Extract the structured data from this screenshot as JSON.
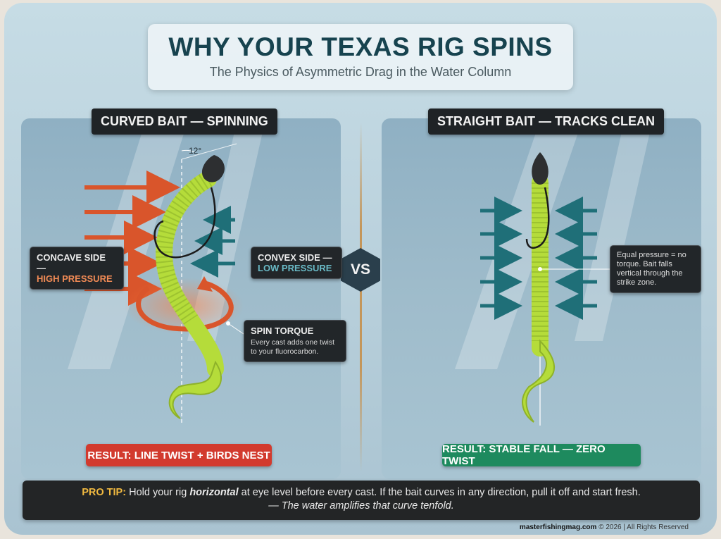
{
  "header": {
    "title": "WHY YOUR TEXAS RIG SPINS",
    "subtitle": "The Physics of Asymmetric Drag in the Water Column"
  },
  "left_panel": {
    "label": "CURVED BAIT — SPINNING",
    "angle_label": "12°",
    "concave": {
      "title": "CONCAVE SIDE —",
      "sub": "HIGH PRESSURE"
    },
    "convex": {
      "title": "CONVEX SIDE —",
      "sub": "LOW PRESSURE"
    },
    "spin": {
      "title": "SPIN TORQUE",
      "text": "Every cast adds one twist to your fluorocarbon."
    },
    "result": "RESULT: LINE TWIST + BIRDS NEST"
  },
  "vs_label": "VS",
  "right_panel": {
    "label": "STRAIGHT BAIT — TRACKS CLEAN",
    "equal_text": "Equal pressure = no torque. Bait falls vertical through the strike zone.",
    "result": "RESULT: STABLE FALL — ZERO TWIST"
  },
  "pro_tip": {
    "prefix": "PRO TIP:",
    "part1": "Hold your rig",
    "emphasis": "horizontal",
    "part2": "at eye level before every cast. If the bait curves in any direction, pull it off and start fresh.",
    "line2": "— The water amplifies that curve tenfold."
  },
  "footer": {
    "site": "masterfishingmag.com",
    "rest": "© 2026 | All Rights Reserved"
  },
  "colors": {
    "high_pressure": "#d9552b",
    "low_pressure": "#1f6f78",
    "bait": "#b5dc3a",
    "result_bad": "#d23a2e",
    "result_good": "#1e8a5e"
  }
}
